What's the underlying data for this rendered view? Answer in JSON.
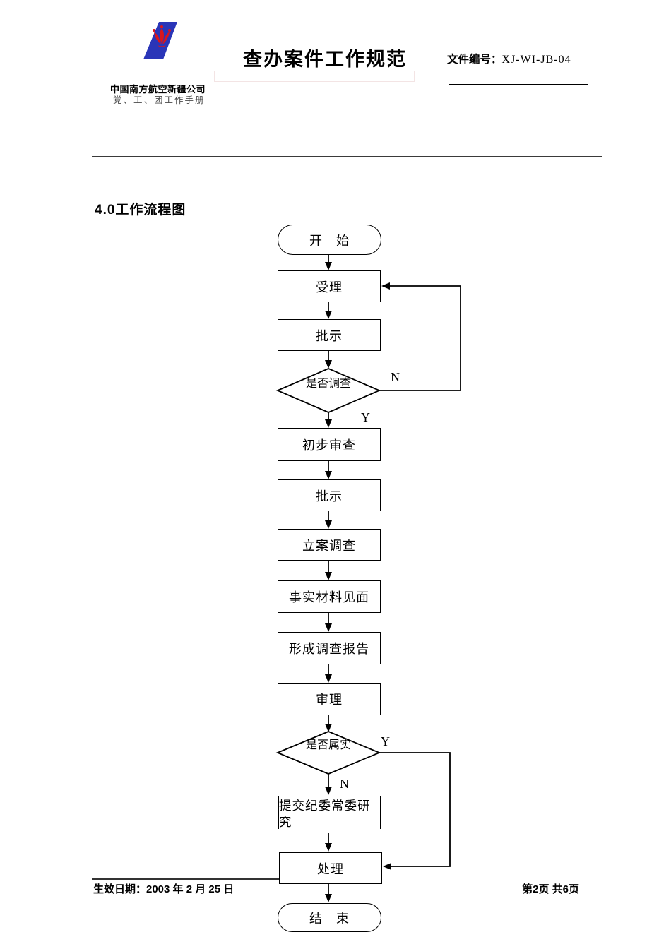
{
  "header": {
    "title": "查办案件工作规范",
    "doc_number_label": "文件编号：",
    "doc_number_value": "XJ-WI-JB-04",
    "company_name": "中国南方航空新疆公司",
    "manual_name": "党、工、团工作手册",
    "logo_icon": "china-southern-airlines-tail-logo",
    "logo_colors": {
      "fin": "#2a35b8",
      "flower": "#d8161d"
    }
  },
  "section_heading": "4.0工作流程图",
  "flowchart": {
    "nodes": [
      {
        "id": "start",
        "type": "terminator",
        "label": "开　始"
      },
      {
        "id": "accept",
        "type": "process",
        "label": "受理"
      },
      {
        "id": "instruct-1",
        "type": "process",
        "label": "批示"
      },
      {
        "id": "decide-investigate",
        "type": "decision",
        "label": "是否调查"
      },
      {
        "id": "preliminary-review",
        "type": "process",
        "label": "初步审查"
      },
      {
        "id": "instruct-2",
        "type": "process",
        "label": "批示"
      },
      {
        "id": "file-case-investigation",
        "type": "process",
        "label": "立案调查"
      },
      {
        "id": "fact-material-meeting",
        "type": "process",
        "label": "事实材料见面"
      },
      {
        "id": "form-investigation-report",
        "type": "process",
        "label": "形成调查报告"
      },
      {
        "id": "hearing",
        "type": "process",
        "label": "审理"
      },
      {
        "id": "decide-substantiated",
        "type": "decision",
        "label": "是否属实"
      },
      {
        "id": "submit-discipline-committee",
        "type": "process",
        "label": "提交纪委常委研究"
      },
      {
        "id": "handle",
        "type": "process",
        "label": "处理"
      },
      {
        "id": "end",
        "type": "terminator",
        "label": "结　束"
      }
    ],
    "branch_labels": {
      "no1": "N",
      "yes1": "Y",
      "yes2": "Y",
      "no2": "N"
    }
  },
  "footer": {
    "effective_date": "生效日期：2003 年 2 月 25 日",
    "page_info": "第2页 共6页"
  }
}
